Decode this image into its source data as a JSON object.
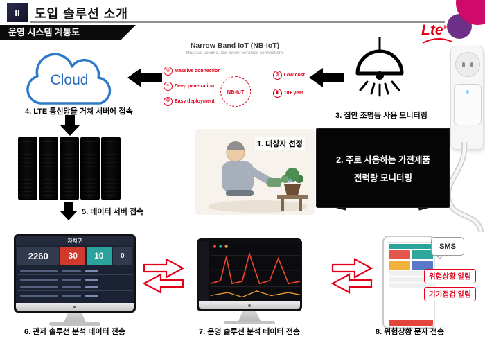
{
  "slide_colors": {
    "accent_red": "#e2001a",
    "ribbon_black": "#0b0b0b",
    "cloud_blue": "#2a6cb8",
    "decor_magenta": "#cf0a6a",
    "decor_purple": "#6d2f87"
  },
  "header": {
    "index": "II",
    "title": "도입 솔루션 소개",
    "ribbon": "운영 시스템 계통도"
  },
  "lte": {
    "brand": "Lte",
    "reg": "®"
  },
  "cloud": {
    "label": "Cloud"
  },
  "nbiot": {
    "title": "Narrow Band IoT (NB-IoT)",
    "subtitle": "Massive volume, low power wireless connections",
    "center_label": "NB-IoT",
    "features_left": [
      {
        "icon": "◎",
        "label": "Massive connection"
      },
      {
        "icon": "≈",
        "label": "Deep penetration"
      },
      {
        "icon": "⚙",
        "label": "Easy deployment"
      }
    ],
    "features_right": [
      {
        "icon": "$",
        "label": "Low cost"
      },
      {
        "icon": "▮",
        "label": "10+ year"
      }
    ]
  },
  "steps": {
    "step1": "1. 대상자 선정",
    "step2_line1": "2. 주로 사용하는 가전제품",
    "step2_line2": "전력량 모니터링",
    "step3": "3. 집안 조명등 사용 모니터링",
    "step4": "4. LTE 통신망을 거쳐 서버에 접속",
    "step5": "5. 데이터 서버 접속",
    "step6": "6. 관제 솔루션 분석 데이터 전송",
    "step7": "7. 운영 솔루션 분석 데이터 전송",
    "step8": "8. 위험상황 문자 전송"
  },
  "control_monitor": {
    "title": "자치구",
    "tiles": [
      {
        "value": "2260"
      },
      {
        "value": "30"
      },
      {
        "value": "10"
      },
      {
        "value": "0"
      }
    ]
  },
  "phone": {
    "sms": "SMS",
    "alerts": [
      "위험상황 알림",
      "기기점검 알림"
    ]
  }
}
